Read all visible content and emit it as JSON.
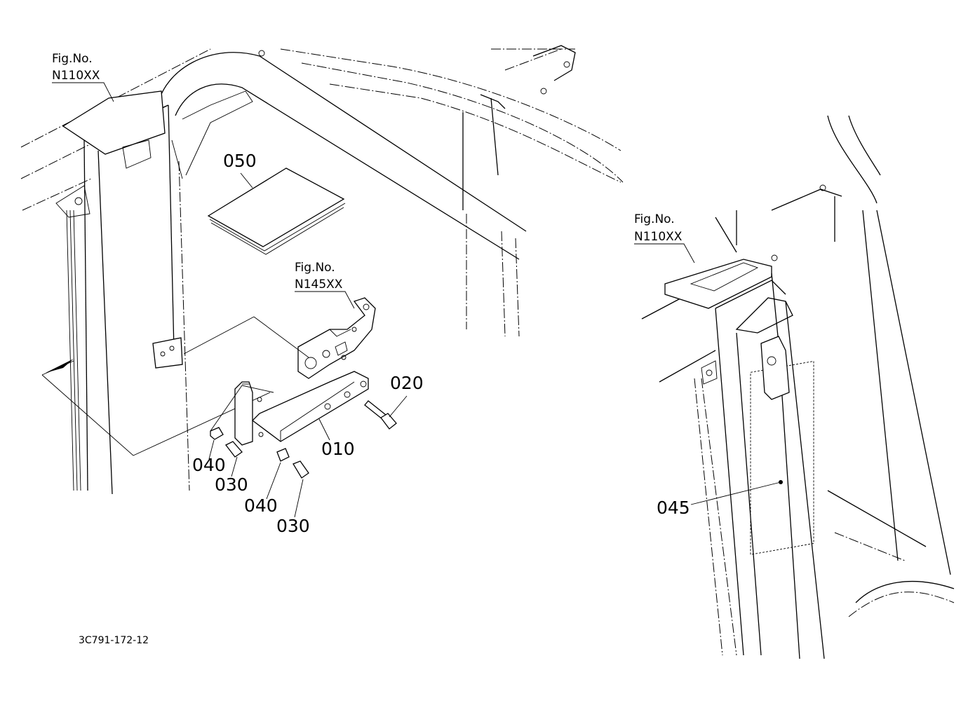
{
  "figure_refs": [
    {
      "id": "fig-ref-left",
      "label": "Fig.No.",
      "number": "N110XX"
    },
    {
      "id": "fig-ref-hinge",
      "label": "Fig.No.",
      "number": "N145XX"
    },
    {
      "id": "fig-ref-right",
      "label": "Fig.No.",
      "number": "N110XX"
    }
  ],
  "callouts": {
    "c050": "050",
    "c020": "020",
    "c010": "010",
    "c040a": "040",
    "c030a": "030",
    "c040b": "040",
    "c030b": "030",
    "c045": "045"
  },
  "drawing_code": "3C791-172-12"
}
